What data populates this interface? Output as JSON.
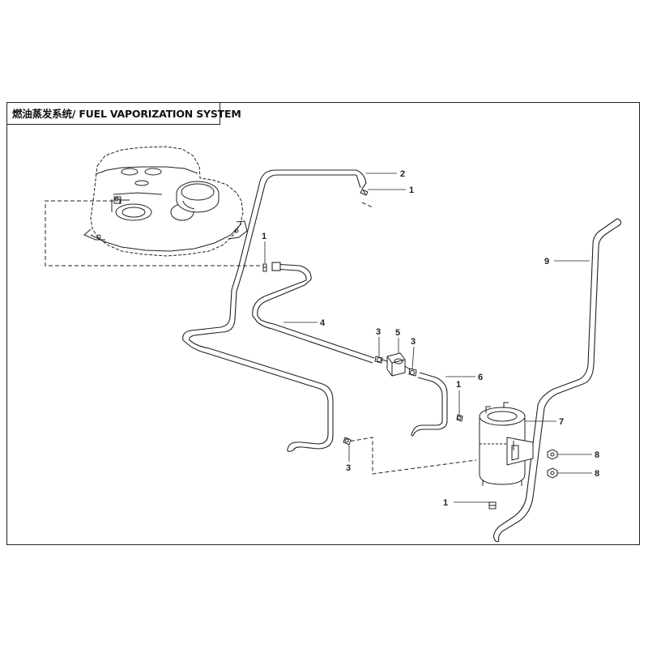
{
  "title": "燃油蒸发系统/ FUEL VAPORIZATION SYSTEM",
  "callouts": [
    {
      "label": "2"
    },
    {
      "label": "1"
    },
    {
      "label": "1"
    },
    {
      "label": "9"
    },
    {
      "label": "4"
    },
    {
      "label": "3"
    },
    {
      "label": "5"
    },
    {
      "label": "3"
    },
    {
      "label": "6"
    },
    {
      "label": "1"
    },
    {
      "label": "7"
    },
    {
      "label": "8"
    },
    {
      "label": "8"
    },
    {
      "label": "3"
    },
    {
      "label": "1"
    }
  ],
  "colors": {
    "line": "#222222",
    "background": "#ffffff"
  }
}
